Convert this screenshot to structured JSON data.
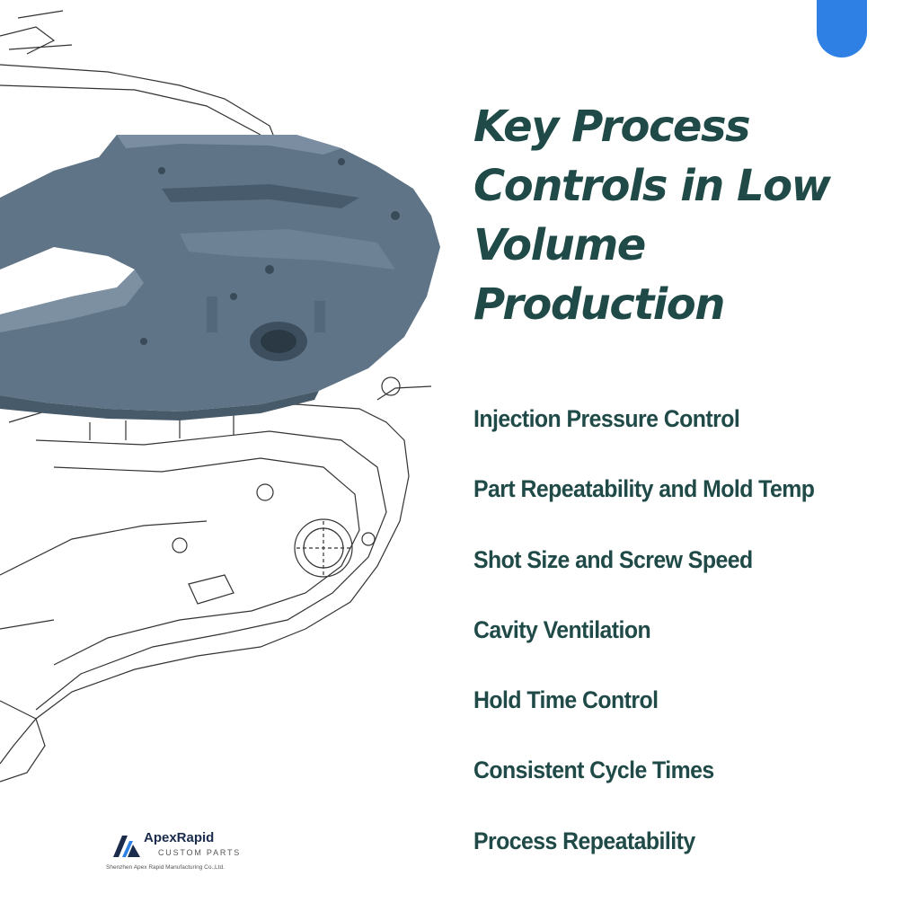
{
  "title": "Key Process Controls in Low Volume Production",
  "controls": [
    "Injection Pressure Control",
    "Part Repeatability and Mold Temp",
    "Shot Size and Screw Speed",
    "Cavity Ventilation",
    "Hold Time Control",
    "Consistent Cycle Times",
    "Process Repeatability"
  ],
  "brand": {
    "name": "ApexRapid",
    "tagline": "CUSTOM PARTS",
    "company": "Shenzhen Apex Rapid Manufacturing Co.,Ltd."
  },
  "colors": {
    "heading": "#1f4a47",
    "accent": "#2f80e4",
    "part": "#5f7487"
  }
}
